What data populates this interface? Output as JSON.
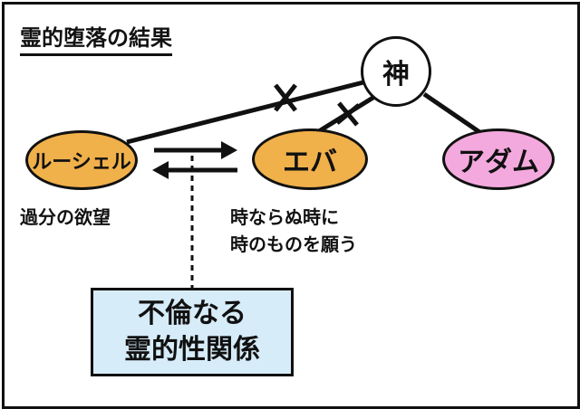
{
  "title": "霊的堕落の結果",
  "nodes": {
    "god": "神",
    "lucifer": "ルーシェル",
    "eve": "エバ",
    "adam": "アダム"
  },
  "notes": {
    "lucifer": "過分の欲望",
    "eve_line1": "時ならぬ時に",
    "eve_line2": "時のものを願う"
  },
  "relation_box": {
    "line1": "不倫なる",
    "line2": "霊的性関係"
  },
  "colors": {
    "lucifer_fill": "#f0b04a",
    "eve_fill": "#f0b04a",
    "adam_fill": "#f4a9de",
    "box_fill": "#d6ecf8"
  }
}
